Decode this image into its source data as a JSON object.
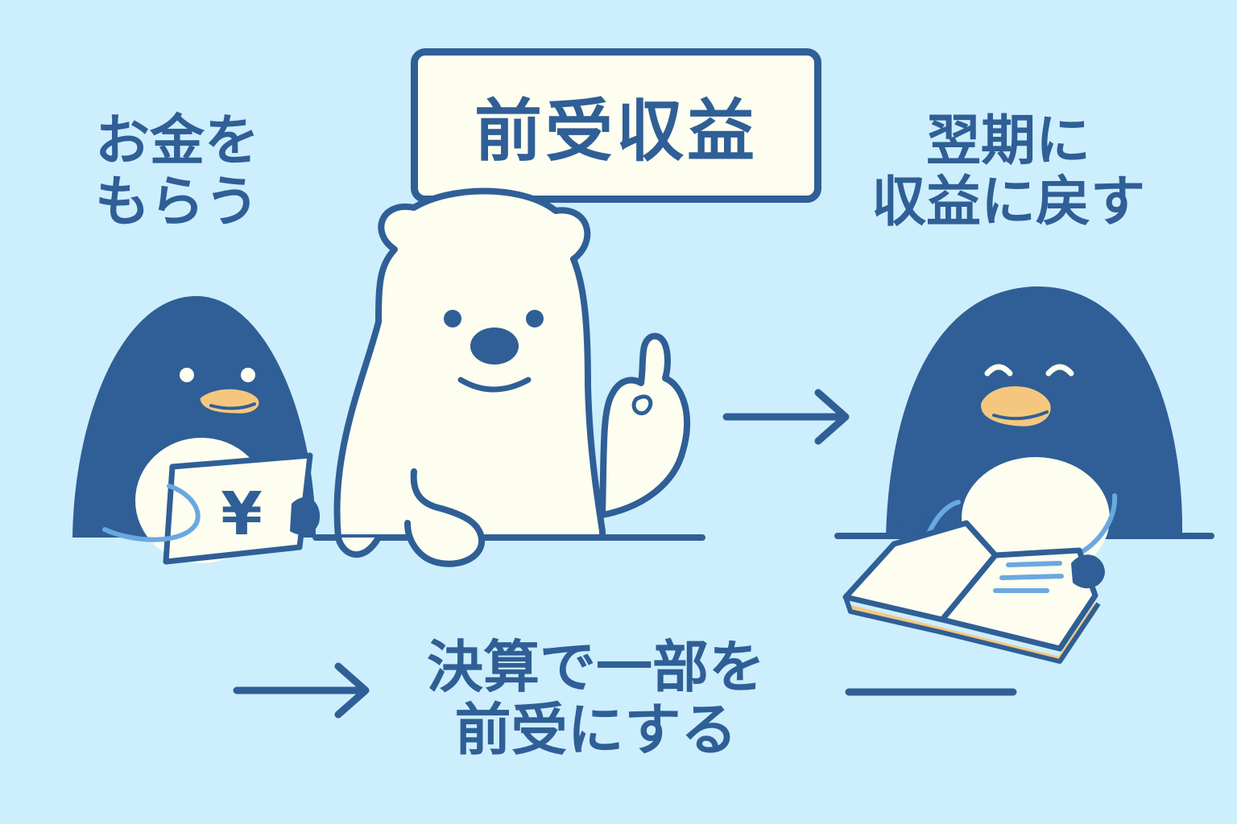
{
  "title": "前受収益",
  "steps": {
    "receive": {
      "line1": "お金を",
      "line2": "もらう"
    },
    "next_period": {
      "line1": "翌期に",
      "line2": "収益に戻す"
    },
    "settlement": {
      "line1": "決算で一部を",
      "line2": "前受にする"
    }
  },
  "icons": {
    "currency": "¥"
  },
  "colors": {
    "background": "#cdeefc",
    "navy": "#2f5f96",
    "cream": "#fdfdf0",
    "beak": "#f5c77e",
    "accent": "#6aa8e0"
  }
}
